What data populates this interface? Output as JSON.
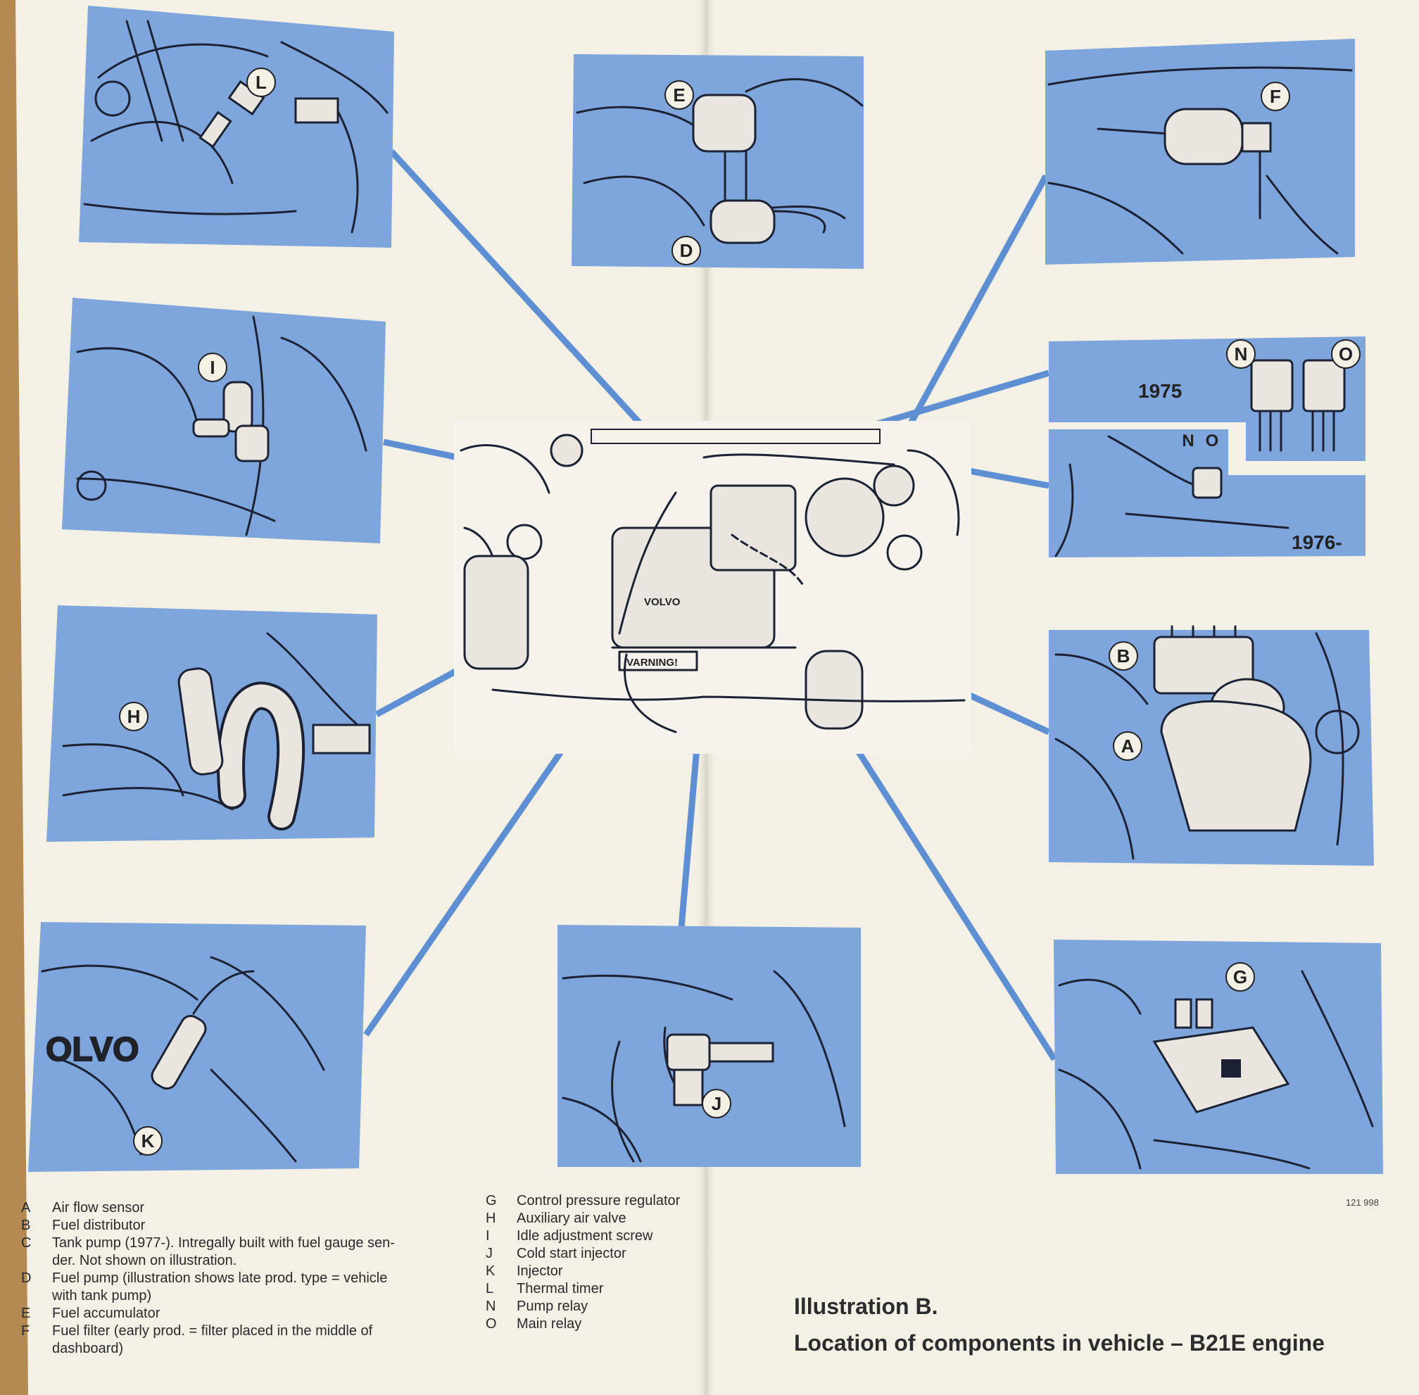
{
  "labels": {
    "L": "L",
    "E": "E",
    "D": "D",
    "F": "F",
    "I": "I",
    "N": "N",
    "O": "O",
    "N2": "N",
    "O2": "O",
    "B": "B",
    "A": "A",
    "H": "H",
    "G": "G",
    "K": "K",
    "J": "J"
  },
  "panel_texts": {
    "year_1975": "1975",
    "year_1976": "1976-",
    "warning": "VARNING!",
    "volvo_engine": "VOLVO",
    "volvo_head": "OLVO"
  },
  "legend_left": [
    {
      "key": "A",
      "text": "Air flow sensor"
    },
    {
      "key": "B",
      "text": "Fuel distributor"
    },
    {
      "key": "C",
      "text": "Tank pump (1977-). Intregally built with fuel gauge sen-"
    },
    {
      "key": "",
      "text": "der. Not shown on illustration."
    },
    {
      "key": "D",
      "text": "Fuel pump (illustration shows late prod. type = vehicle"
    },
    {
      "key": "",
      "text": "with tank pump)"
    },
    {
      "key": "E",
      "text": "Fuel accumulator"
    },
    {
      "key": "F",
      "text": "Fuel filter (early prod. = filter placed in the middle of"
    },
    {
      "key": "",
      "text": "dashboard)"
    }
  ],
  "legend_right": [
    {
      "key": "G",
      "text": "Control pressure regulator"
    },
    {
      "key": "H",
      "text": "Auxiliary air valve"
    },
    {
      "key": "I",
      "text": "Idle adjustment screw"
    },
    {
      "key": "J",
      "text": "Cold start injector"
    },
    {
      "key": "K",
      "text": "Injector"
    },
    {
      "key": "L",
      "text": "Thermal timer"
    },
    {
      "key": "N",
      "text": "Pump relay"
    },
    {
      "key": "O",
      "text": "Main relay"
    }
  ],
  "part_number": "121 998",
  "caption": {
    "line1": "Illustration B.",
    "line2": "Location of components in vehicle – B21E engine"
  },
  "colors": {
    "panel_blue": "#7ea5dc",
    "line_blue": "#5f8fd3",
    "paper": "#f3f0e6",
    "ink": "#1c2233"
  }
}
